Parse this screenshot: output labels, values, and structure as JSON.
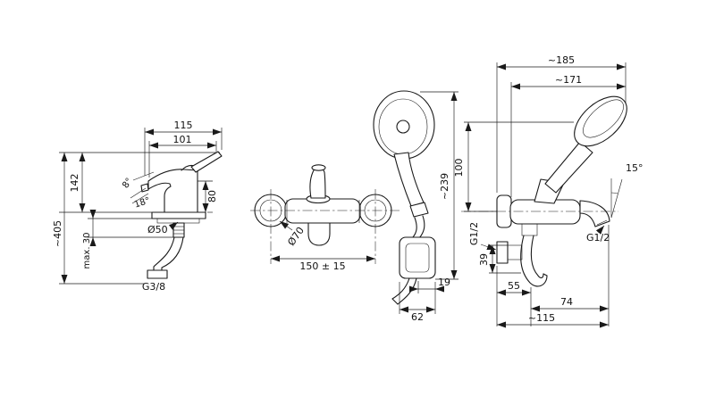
{
  "drawing": {
    "background": "#ffffff",
    "line_color": "#1a1a1a"
  },
  "basin_view": {
    "dim_width_outer": "115",
    "dim_width_inner": "101",
    "dim_height_body": "142",
    "dim_height_total": "~405",
    "dim_deck_max": "max. 30",
    "dim_handle_angle": "8°",
    "dim_aerator_angle": "18°",
    "dim_spout_height": "80",
    "dim_base_diameter": "Ø50",
    "dim_inlet_thread": "G3/8"
  },
  "front_view": {
    "dim_shower_length": "~239",
    "dim_flange_diameter": "Ø70",
    "dim_center_distance": "150 ± 15",
    "dim_holder_width": "62",
    "dim_holder_depth": "19"
  },
  "side_view": {
    "dim_depth_total": "~185",
    "dim_depth_body": "~171",
    "dim_height_shower": "100",
    "dim_spout_angle": "15°",
    "dim_wall_thread": "G1/2",
    "dim_outlet_thread": "G1/2",
    "dim_offset": "39",
    "dim_wall_to_hose": "55",
    "dim_hose_to_spout": "74",
    "dim_wall_to_spout": "~115"
  }
}
